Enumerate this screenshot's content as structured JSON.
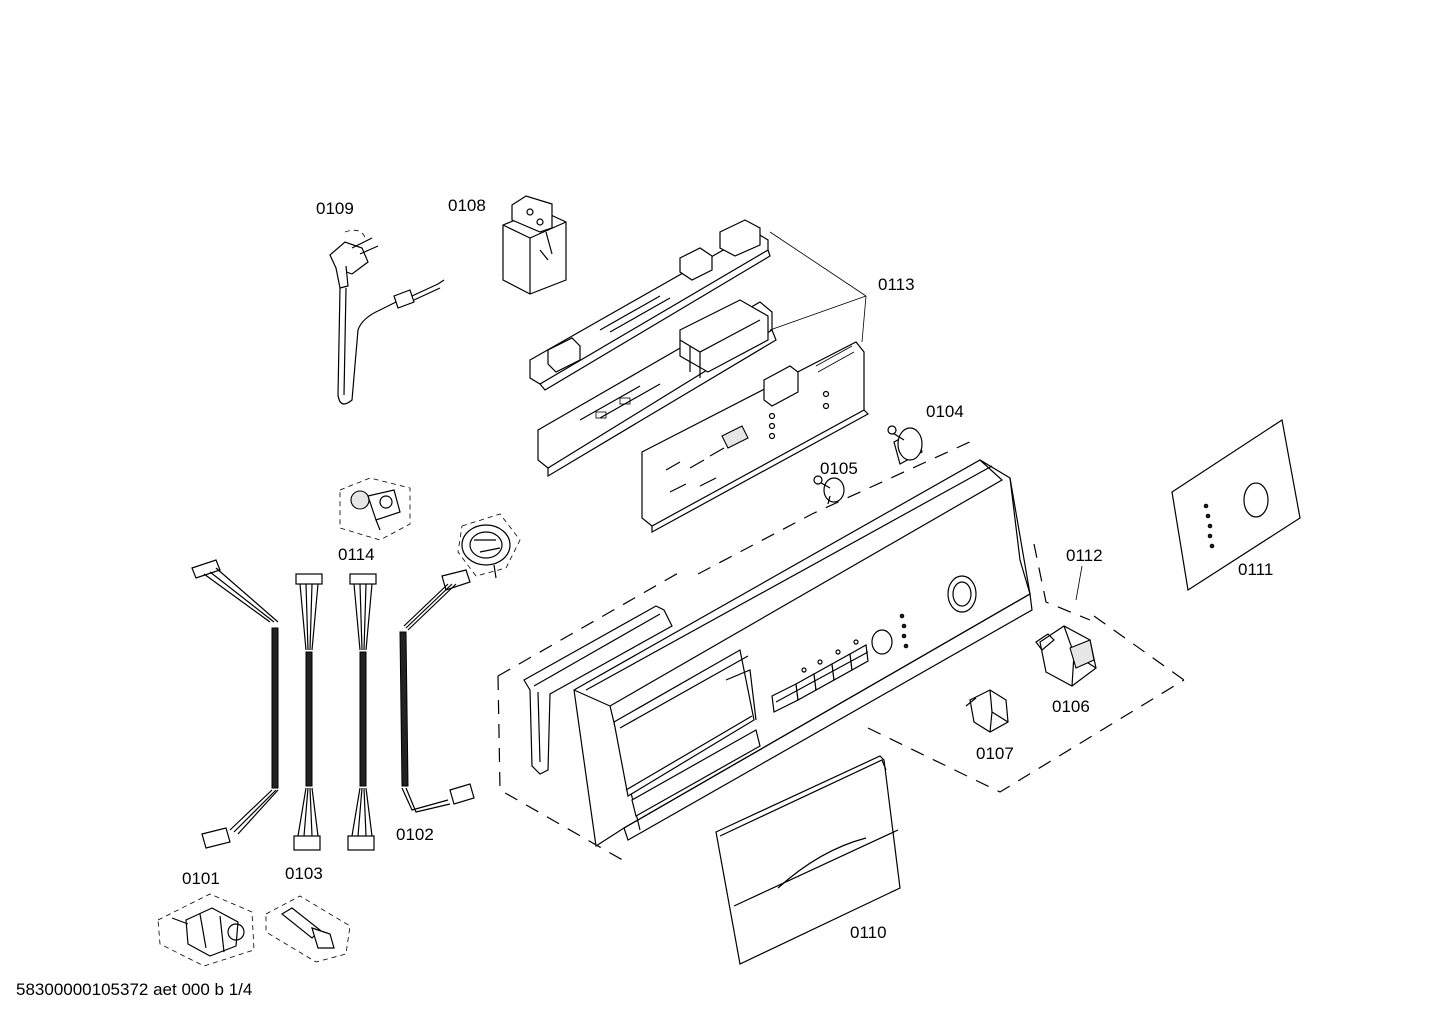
{
  "labels": {
    "p0101": "0101",
    "p0102": "0102",
    "p0103": "0103",
    "p0104": "0104",
    "p0105": "0105",
    "p0106": "0106",
    "p0107": "0107",
    "p0108": "0108",
    "p0109": "0109",
    "p0110": "0110",
    "p0111": "0111",
    "p0112": "0112",
    "p0113": "0113",
    "p0114": "0114"
  },
  "footer": "58300000105372 aet 000 b 1/4"
}
